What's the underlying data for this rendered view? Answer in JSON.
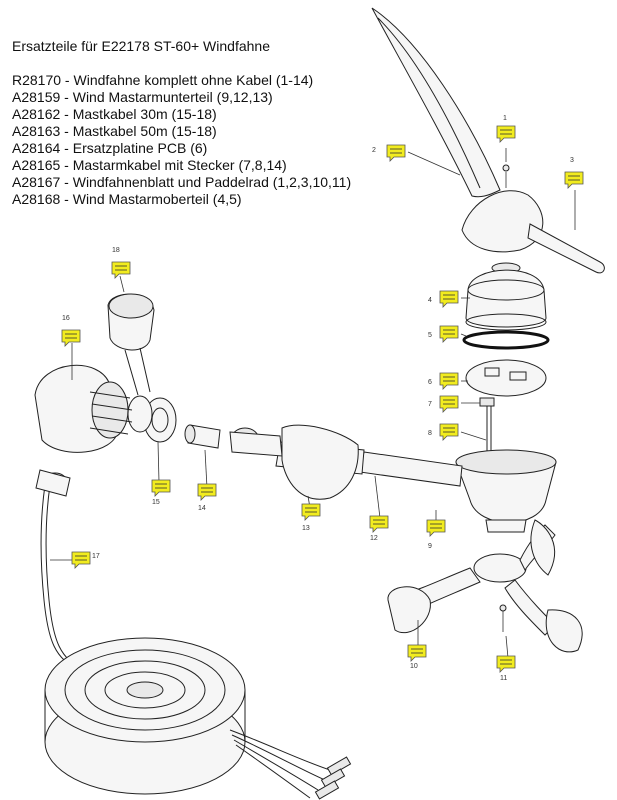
{
  "title": "Ersatzteile für E22178 ST-60+ Windfahne",
  "parts": [
    {
      "code": "R28170",
      "description": "Windfahne komplett ohne Kabel (1-14)"
    },
    {
      "code": "A28159",
      "description": "Wind Mastarmunterteil (9,12,13)"
    },
    {
      "code": "A28162",
      "description": "Mastkabel 30m (15-18)"
    },
    {
      "code": "A28163",
      "description": "Mastkabel 50m (15-18)"
    },
    {
      "code": "A28164",
      "description": "Ersatzplatine PCB (6)"
    },
    {
      "code": "A28165",
      "description": "Mastarmkabel mit Stecker (7,8,14)"
    },
    {
      "code": "A28167",
      "description": "Windfahnenblatt und Paddelrad (1,2,3,10,11)"
    },
    {
      "code": "A28168",
      "description": "Wind Mastarmoberteil (4,5)"
    }
  ],
  "callouts": [
    "1",
    "2",
    "3",
    "4",
    "5",
    "6",
    "7",
    "8",
    "9",
    "10",
    "11",
    "12",
    "13",
    "14",
    "15",
    "16",
    "17",
    "18"
  ],
  "colors": {
    "callout_fill": "#f2ec1f",
    "callout_stroke": "#555555",
    "line": "#222222"
  }
}
